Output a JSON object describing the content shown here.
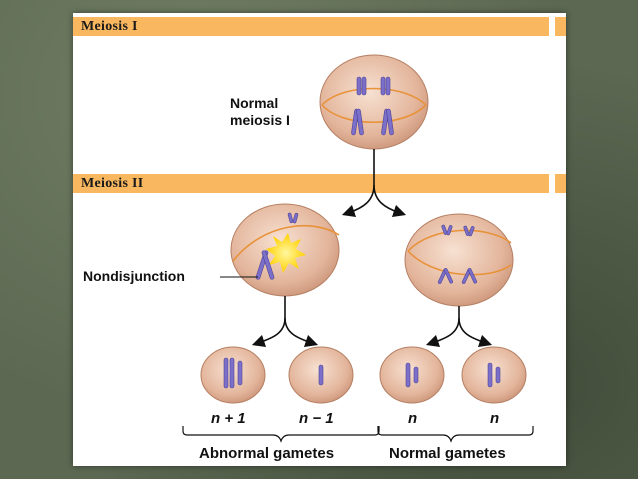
{
  "headers": {
    "meiosis1": "Meiosis I",
    "meiosis2": "Meiosis II"
  },
  "labels": {
    "normal_meiosis_line1": "Normal",
    "normal_meiosis_line2": "meiosis I",
    "nondisjunction": "Nondisjunction",
    "n_plus_1": "n + 1",
    "n_minus_1": "n − 1",
    "n_a": "n",
    "n_b": "n",
    "abnormal_gametes": "Abnormal gametes",
    "normal_gametes": "Normal gametes"
  },
  "colors": {
    "band": "#f9b85f",
    "cell": "#e8bfa6",
    "chromosome": "#7b6fc9",
    "spindle": "#e8923a",
    "burst": "#ffd500"
  }
}
